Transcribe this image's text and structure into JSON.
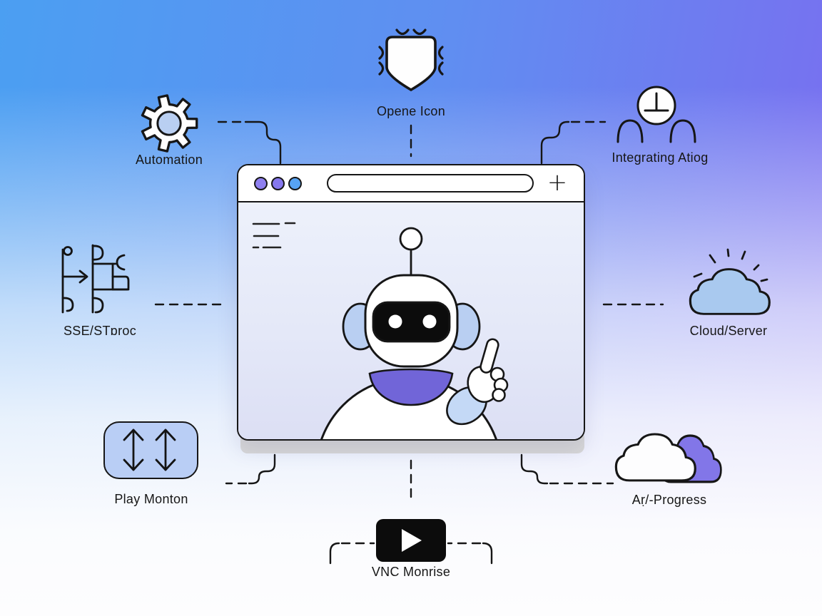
{
  "palette": {
    "bg-top-left": "#4b9ff2",
    "bg-top-right": "#7b6cf0",
    "outline": "#161616",
    "window-content-top": "#edf1fb",
    "window-content-bottom": "#dcdff4",
    "base-strip": "#d8d8d8",
    "dot-1": "#8f80f0",
    "dot-2": "#8678ee",
    "dot-3": "#57a3f3",
    "light-blue": "#b9cff2",
    "sleeve-blue": "#c4d9f6",
    "mid-blue": "#a9c9ef",
    "collar-indigo": "#7165d8",
    "cloud-purple": "#8276e8",
    "panel-blue": "#b9cef5",
    "black-fill": "#0c0c0c"
  },
  "browser": {
    "url": {
      "value": ""
    },
    "new_tab_label": "+",
    "dots": [
      "purple",
      "purple",
      "blue"
    ]
  },
  "nodes": {
    "automation": {
      "label": "Automation",
      "icon": "gear-icon"
    },
    "opene": {
      "label": "Opene Icon",
      "icon": "shield-icon"
    },
    "integrating": {
      "label": "Integrating Atiog",
      "icon": "clock-users-icon"
    },
    "sse": {
      "label": "SSE/STɒroc",
      "icon": "stream-pipes-icon"
    },
    "cloud": {
      "label": "Cloud/Server",
      "icon": "cloud-sun-icon"
    },
    "play_monton": {
      "label": "Play Monton",
      "icon": "double-updown-arrows-icon"
    },
    "vnc": {
      "label": "VNC Monrise",
      "icon": "video-play-icon"
    },
    "progress": {
      "label": "Aṛ/-Progress",
      "icon": "clouds-overlap-icon"
    }
  }
}
